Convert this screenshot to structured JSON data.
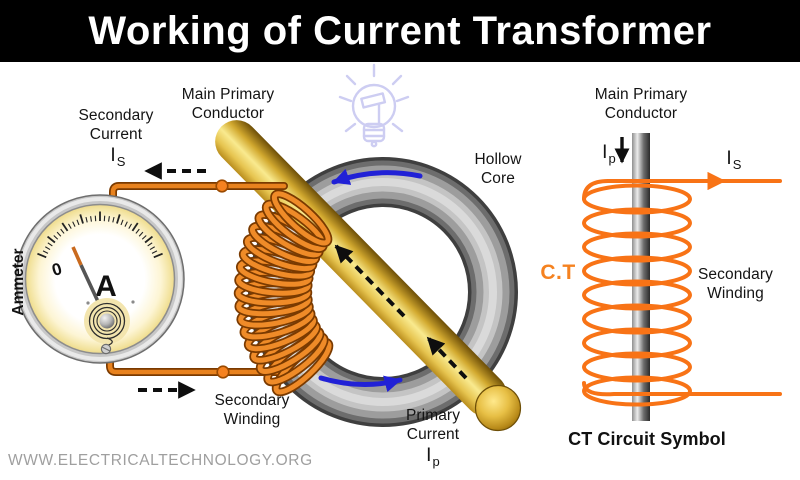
{
  "header": {
    "title": "Working of Current Transformer"
  },
  "watermark": "WWW.ELECTRICALTECHNOLOGY.ORG",
  "colors": {
    "accent_orange": "#F58220",
    "coil_orange": "#F87316",
    "wire_brown": "#7A3A00",
    "blue_arrow": "#2121D6",
    "rod_gold": "#E8C244",
    "core_gray": "#8F8F8F",
    "bulb_lavender": "#CDCDF2",
    "watermark_gray": "#9F9F9F"
  },
  "main_diagram": {
    "ammeter_label": "Ammeter",
    "ammeter_letter": "A",
    "ammeter_zero": "0",
    "secondary_current_label": "Secondary Current",
    "is_symbol": "I",
    "is_subscript": "S",
    "main_primary_conductor_label": "Main Primary Conductor",
    "hollow_core_label": "Hollow Core",
    "secondary_winding_label": "Secondary Winding",
    "primary_current_label": "Primary Current",
    "ip_symbol": "I",
    "ip_subscript": "p"
  },
  "ct_symbol": {
    "main_primary_conductor_label": "Main Primary Conductor",
    "ip_symbol": "I",
    "ip_subscript": "p",
    "is_symbol": "I",
    "is_subscript": "S",
    "ct_label": "C.T",
    "secondary_winding_label": "Secondary Winding",
    "caption": "CT Circuit Symbol"
  }
}
